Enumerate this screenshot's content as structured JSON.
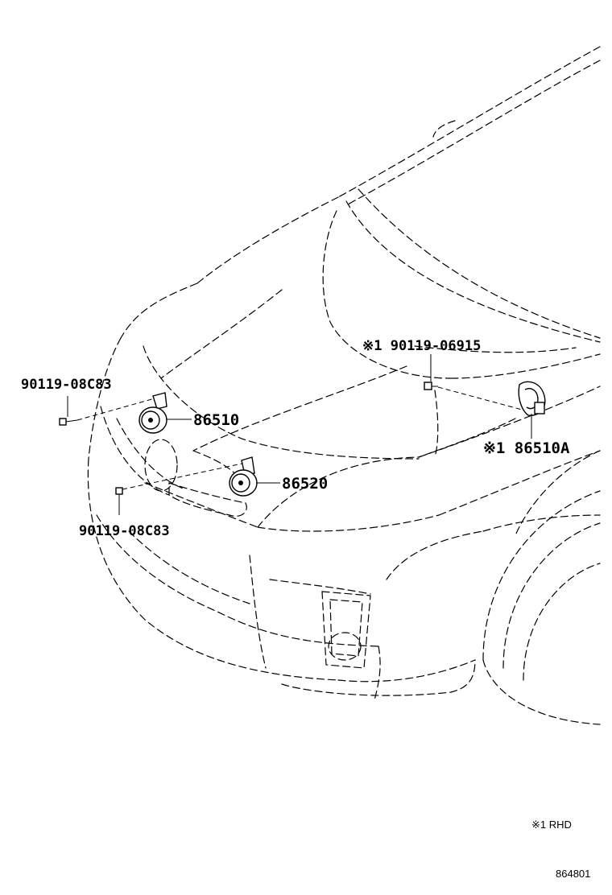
{
  "parts": {
    "bolt_left_upper": "90119-08C83",
    "horn_high": "86510",
    "horn_low": "86520",
    "bolt_left_lower": "90119-08C83",
    "bolt_rhd": "※1 90119-06915",
    "horn_rhd": "※1 86510A"
  },
  "notes": {
    "legend": "※1 RHD",
    "figure_code": "864801"
  }
}
